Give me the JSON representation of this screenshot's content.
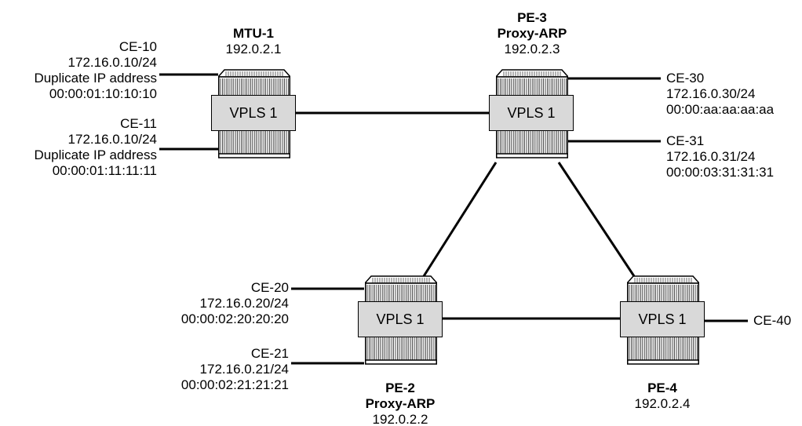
{
  "colors": {
    "line": "#000000",
    "vpls_fill": "#d9d9d9",
    "background": "#ffffff"
  },
  "nodes": {
    "mtu1": {
      "name": "MTU-1",
      "ip": "192.0.2.1",
      "service": "VPLS 1"
    },
    "pe3": {
      "name": "PE-3",
      "role": "Proxy-ARP",
      "ip": "192.0.2.3",
      "service": "VPLS 1"
    },
    "pe2": {
      "name": "PE-2",
      "role": "Proxy-ARP",
      "ip": "192.0.2.2",
      "service": "VPLS 1"
    },
    "pe4": {
      "name": "PE-4",
      "ip": "192.0.2.4",
      "service": "VPLS 1"
    }
  },
  "ces": {
    "ce10": {
      "name": "CE-10",
      "ip": "172.16.0.10/24",
      "note": "Duplicate IP address",
      "mac": "00:00:01:10:10:10"
    },
    "ce11": {
      "name": "CE-11",
      "ip": "172.16.0.10/24",
      "note": "Duplicate IP address",
      "mac": "00:00:01:11:11:11"
    },
    "ce30": {
      "name": "CE-30",
      "ip": "172.16.0.30/24",
      "mac": "00:00:aa:aa:aa:aa"
    },
    "ce31": {
      "name": "CE-31",
      "ip": "172.16.0.31/24",
      "mac": "00:00:03:31:31:31"
    },
    "ce20": {
      "name": "CE-20",
      "ip": "172.16.0.20/24",
      "mac": "00:00:02:20:20:20"
    },
    "ce21": {
      "name": "CE-21",
      "ip": "172.16.0.21/24",
      "mac": "00:00:02:21:21:21"
    },
    "ce40": {
      "name": "CE-40"
    }
  }
}
